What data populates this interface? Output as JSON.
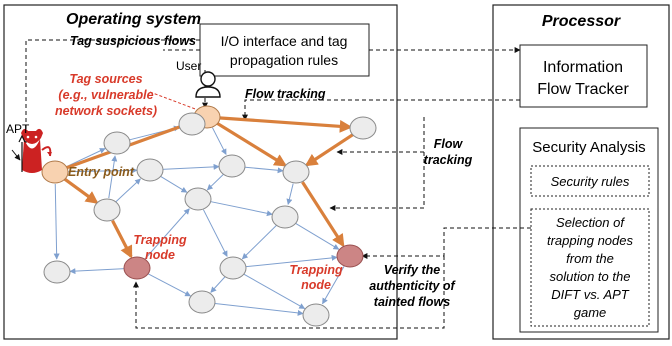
{
  "os_panel": {
    "title": "Operating system"
  },
  "processor_panel": {
    "title": "Processor"
  },
  "io_box": {
    "line1": "I/O interface and tag",
    "line2": "propagation rules"
  },
  "ift_box": {
    "line1": "Information",
    "line2": "Flow Tracker"
  },
  "security_analysis": {
    "title": "Security Analysis",
    "rules_label": "Security rules",
    "selection_lines": [
      "Selection of",
      "trapping nodes",
      "from the",
      "solution to the",
      "DIFT vs. APT",
      "game"
    ]
  },
  "labels": {
    "tag_suspicious": "Tag suspicious flows",
    "user": "User",
    "apt": "APT",
    "tag_sources": [
      "Tag sources",
      "(e.g., vulnerable",
      "network sockets)"
    ],
    "entry_point": "Entry point",
    "flow_tracking_top": "Flow tracking",
    "flow_tracking_right": [
      "Flow",
      "tracking"
    ],
    "trapping_node_left": [
      "Trapping",
      "node"
    ],
    "trapping_node_right": [
      "Trapping",
      "node"
    ],
    "verify": [
      "Verify the",
      "authenticity of",
      "tainted flows"
    ]
  },
  "colors": {
    "node_fill": "#ececec",
    "node_stroke": "#8a8a8a",
    "tagged_fill": "#f8d2b0",
    "tagged_stroke": "#b07a4a",
    "trap_fill": "#cc8585",
    "trap_stroke": "#9a5050",
    "orange_edge": "#d9803c",
    "blue_edge": "#7fa0cf",
    "red_text": "#d83a2a",
    "brown_text": "#8a5a1a",
    "devil": "#cc2222"
  }
}
